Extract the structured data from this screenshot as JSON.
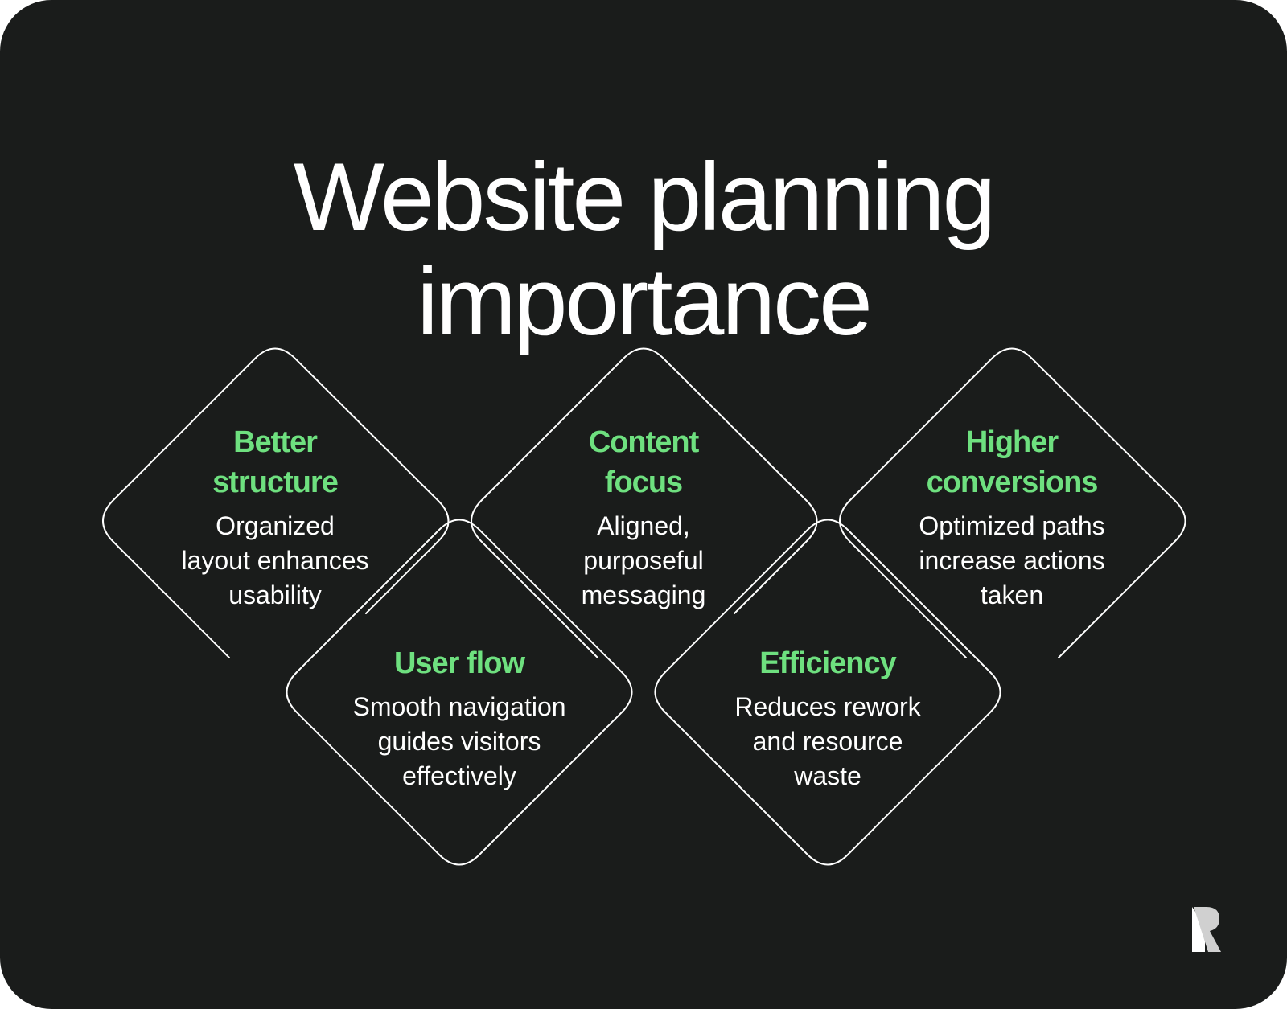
{
  "title": {
    "line1": "Website planning",
    "line2": "importance"
  },
  "colors": {
    "background": "#1a1c1b",
    "accent": "#6ee07f",
    "text": "#ffffff",
    "outline": "#ffffff"
  },
  "items": [
    {
      "heading": "Better\nstructure",
      "description": "Organized\nlayout enhances\nusability"
    },
    {
      "heading": "User flow",
      "description": "Smooth navigation\nguides visitors\neffectively"
    },
    {
      "heading": "Content\nfocus",
      "description": "Aligned,\npurposeful\nmessaging"
    },
    {
      "heading": "Efficiency",
      "description": "Reduces rework\nand resource\nwaste"
    },
    {
      "heading": "Higher\nconversions",
      "description": "Optimized paths\nincrease actions\ntaken"
    }
  ],
  "logo": {
    "icon": "brand-r-logo-icon",
    "text": "R"
  }
}
